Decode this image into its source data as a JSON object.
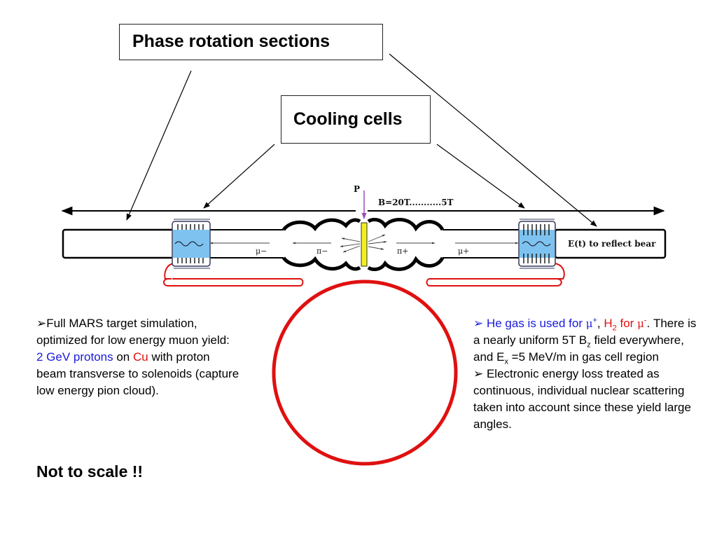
{
  "callouts": {
    "phase_rotation": "Phase rotation sections",
    "cooling_cells": "Cooling cells"
  },
  "diagram": {
    "proton_label": "P",
    "field_label": "B=20T...........5T",
    "reflect_label": "E(t) to reflect bear",
    "mu_minus": "μ−",
    "pi_minus": "π−",
    "pi_plus": "π+",
    "mu_plus": "μ+",
    "colors": {
      "ring": "#e01010",
      "cell_fill": "#7ec3f0",
      "target": "#f2ef1a",
      "proton_arrow": "#9a4fb5"
    }
  },
  "left_text": {
    "bullet": "➢",
    "part1": "Full MARS target simulation, optimized for low energy muon yield: ",
    "highlight_blue": "2 GeV protons",
    "part2": " on ",
    "highlight_red": "Cu",
    "part3": " with proton beam transverse to solenoids (capture low energy pion cloud)."
  },
  "right_text": {
    "bullet1": "➢ ",
    "b1_blue": "He gas is used for ",
    "b1_mu": "μ",
    "b1_mu_sup": "+",
    "b1_comma": ", ",
    "b1_red_h": "H",
    "b1_red_sub": "2",
    "b1_red_for": " for ",
    "b1_red_mu": "μ",
    "b1_red_sup": "-",
    "b1_period": ".",
    "b1_rest1": " There is a nearly uniform 5T B",
    "b1_bz_sub": "z",
    "b1_rest2": " field everywhere, and E",
    "b1_ex_sub": "x",
    "b1_rest3": " =5 MeV/m in gas cell region",
    "bullet2": "➢ ",
    "b2_text": "Electronic energy loss treated as continuous, individual nuclear scattering taken into account since these yield large angles."
  },
  "note": "Not to scale !!"
}
